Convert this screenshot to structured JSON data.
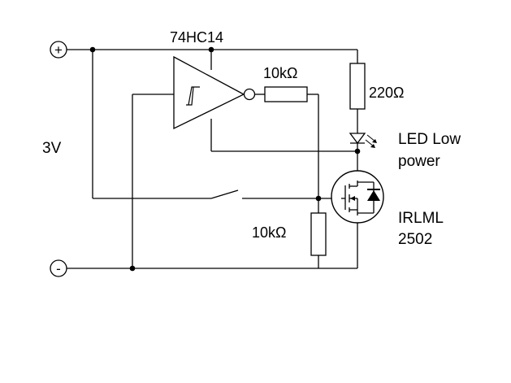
{
  "diagram": {
    "supply_label": "3V",
    "plus_terminal": "+",
    "minus_terminal": "-",
    "ic_label": "74HC14",
    "resistor_top_label": "10kΩ",
    "resistor_led_label": "220Ω",
    "resistor_bottom_label": "10kΩ",
    "led_label_line1": "LED Low",
    "led_label_line2": "power",
    "mosfet_label_line1": "IRLML",
    "mosfet_label_line2": "2502"
  }
}
